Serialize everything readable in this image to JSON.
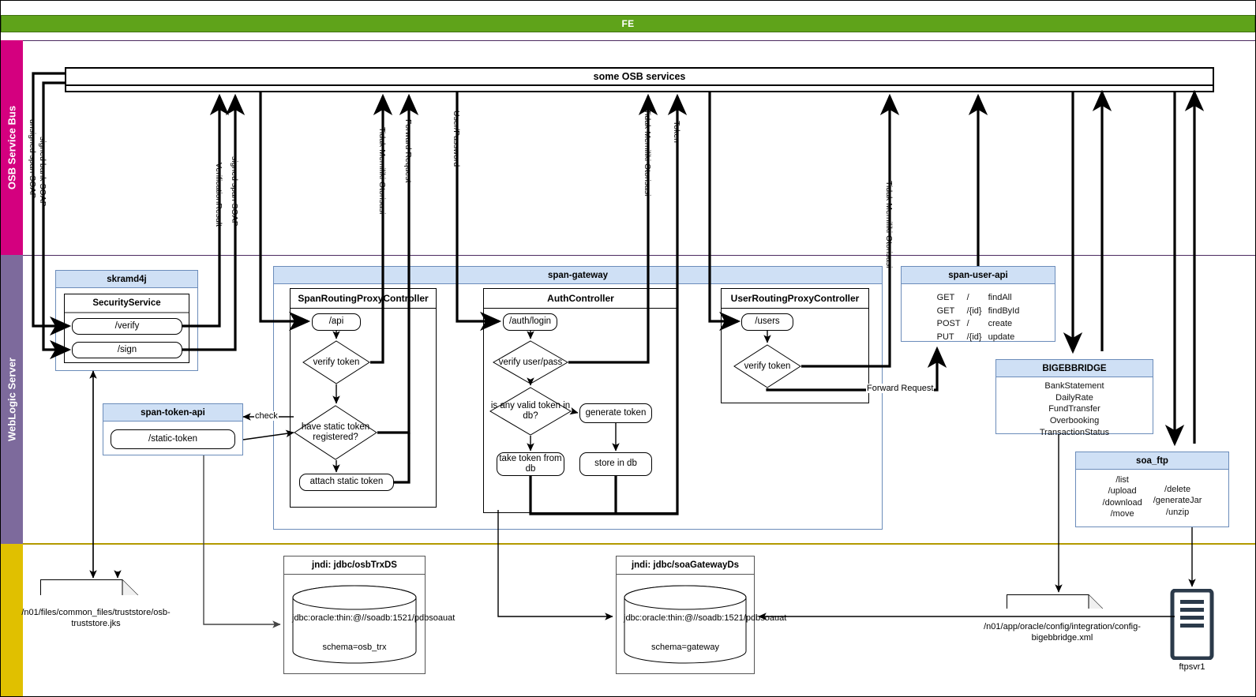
{
  "diagram": {
    "title": "FE",
    "lanes": [
      {
        "name": "osb-service-bus",
        "label": "OSB Service Bus",
        "color": "#d4007f"
      },
      {
        "name": "weblogic-server",
        "label": "WebLogic Server",
        "color": "#7d6a9c"
      },
      {
        "name": "ftp-lane",
        "label": "",
        "color": "#e0c000"
      }
    ],
    "osb_services": {
      "label": "some OSB services"
    },
    "skramd4j": {
      "title": "skramd4j",
      "service": "SecurityService",
      "endpoints": [
        "/verify",
        "/sign"
      ]
    },
    "span_token_api": {
      "title": "span-token-api",
      "endpoints": [
        "/static-token"
      ]
    },
    "span_gateway": {
      "title": "span-gateway",
      "controllers": [
        {
          "title": "SpanRoutingProxyController",
          "entry": "/api",
          "steps": [
            "verify token",
            "have static token registered?",
            "attach static token"
          ]
        },
        {
          "title": "AuthController",
          "entry": "/auth/login",
          "steps": [
            "verify user/pass",
            "is any valid token in db?",
            "generate token",
            "take token from db",
            "store in db"
          ]
        },
        {
          "title": "UserRoutingProxyController",
          "entry": "/users",
          "steps": [
            "verify token"
          ]
        }
      ]
    },
    "span_user_api": {
      "title": "span-user-api",
      "rows": [
        {
          "method": "GET",
          "path": "/",
          "op": "findAll"
        },
        {
          "method": "GET",
          "path": "/{id}",
          "op": "findById"
        },
        {
          "method": "POST",
          "path": "/",
          "op": "create"
        },
        {
          "method": "PUT",
          "path": "/{id}",
          "op": "update"
        }
      ]
    },
    "bigebbridge": {
      "title": "BIGEBBRIDGE",
      "items": [
        "BankStatement",
        "DailyRate",
        "FundTransfer",
        "Overbooking",
        "TransactionStatus"
      ]
    },
    "soa_ftp": {
      "title": "soa_ftp",
      "col1": [
        "/list",
        "/upload",
        "/download",
        "/move"
      ],
      "col2": [
        "/delete",
        "/generateJar",
        "/unzip"
      ]
    },
    "notes": [
      {
        "name": "truststore-file",
        "text": "/n01/files/common_files/truststore/osb-truststore.jks"
      },
      {
        "name": "bigebbridge-config-file",
        "text": "/n01/app/oracle/config/integration/config-bigebbridge.xml"
      }
    ],
    "databases": [
      {
        "name": "osb-trx-ds",
        "title": "jndi: jdbc/osbTrxDS",
        "url": "jdbc:oracle:thin:@//soadb:1521/pdbsoauat",
        "schema": "schema=osb_trx"
      },
      {
        "name": "soa-gateway-ds",
        "title": "jndi: jdbc/soaGatewayDs",
        "url": "jdbc:oracle:thin:@//soadb:1521/pdbsoauat",
        "schema": "schema=gateway"
      }
    ],
    "ftp_server": {
      "label": "ftpsvr1"
    },
    "edge_labels": {
      "unsigned_span_soap": "unsigned span SOAP",
      "signed_bank_soap": "signed bank SOAP",
      "verification_result": "VerificationResult",
      "signed_span_soap": "signed span SOAP",
      "tidak_memiliki_otorisasi_1": "Tidak Memiliki Otorisasi",
      "forward_request_v": "Forward Request",
      "user_password": "User/Password",
      "tidak_memiliki_otorisasi_2": "Tidak Memiliki Otorisasi",
      "token": "Token",
      "tidak_memiliki_otorisasi_3": "Tidak Memiliki Otorisasi",
      "check": "check",
      "forward_request_h": "Forward Request"
    }
  }
}
